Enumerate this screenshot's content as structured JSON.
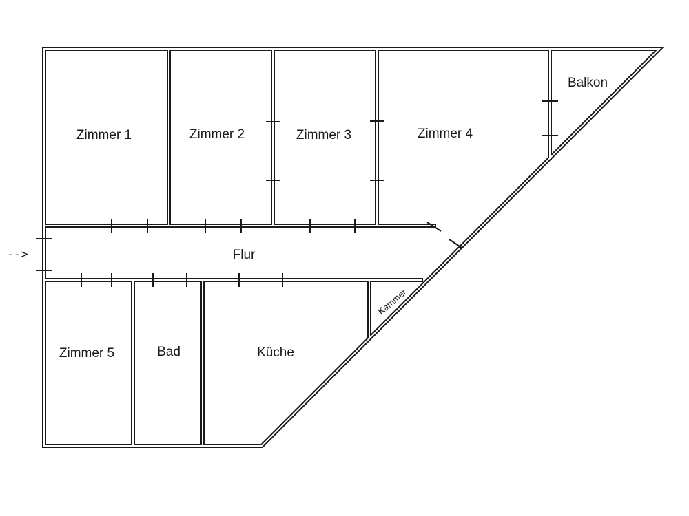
{
  "floor_plan": {
    "entrance_marker": "-->",
    "rooms": {
      "zimmer_1": "Zimmer 1",
      "zimmer_2": "Zimmer 2",
      "zimmer_3": "Zimmer 3",
      "zimmer_4": "Zimmer 4",
      "balkon": "Balkon",
      "flur": "Flur",
      "kammer": "Kammer",
      "zimmer_5": "Zimmer 5",
      "bad": "Bad",
      "kueche": "Küche"
    },
    "colors": {
      "wall": "#1a1a1a",
      "background": "#ffffff"
    }
  }
}
